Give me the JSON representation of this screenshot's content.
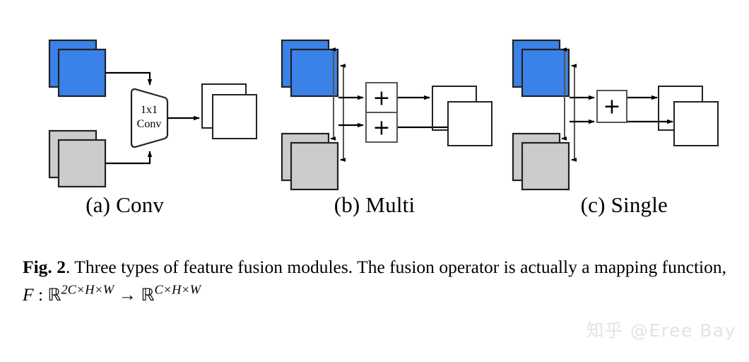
{
  "figure": {
    "label": "Fig. 2",
    "caption_part1": ". Three types of feature fusion modules. The fusion operator is actually a mapping function, ",
    "math_F": "F",
    "math_colon": " : ",
    "math_R1": "ℝ",
    "math_R1_exp": "2C×H×W",
    "math_arrow": " → ",
    "math_R2": "ℝ",
    "math_R2_exp": "C×H×W"
  },
  "panels": [
    {
      "id": "panel-a",
      "caption": "(a) Conv",
      "operator_label_line1": "1x1",
      "operator_label_line2": "Conv",
      "operator_shape": "trapezoid",
      "inputs": [
        {
          "name": "blue-feature-stack",
          "color": "#3b82e8",
          "count": 2
        },
        {
          "name": "gray-feature-stack",
          "color": "#cccccc",
          "count": 2
        }
      ],
      "outputs": [
        {
          "name": "white-feature-stack",
          "color": "#ffffff",
          "count": 2
        }
      ],
      "feedback_arrows": 0
    },
    {
      "id": "panel-b",
      "caption": "(b) Multi",
      "operator_label_line1": "+",
      "operator_label_line2": "+",
      "operator_shape": "two-stacked-plus-boxes",
      "inputs": [
        {
          "name": "blue-feature-stack",
          "color": "#3b82e8",
          "count": 2
        },
        {
          "name": "gray-feature-stack",
          "color": "#cccccc",
          "count": 2
        }
      ],
      "outputs": [
        {
          "name": "white-feature-stack",
          "color": "#ffffff",
          "count": 2
        }
      ],
      "feedback_arrows": 4
    },
    {
      "id": "panel-c",
      "caption": "(c) Single",
      "operator_label_line1": "+",
      "operator_label_line2": "",
      "operator_shape": "single-plus-box",
      "inputs": [
        {
          "name": "blue-feature-stack",
          "color": "#3b82e8",
          "count": 2
        },
        {
          "name": "gray-feature-stack",
          "color": "#cccccc",
          "count": 2
        }
      ],
      "outputs": [
        {
          "name": "white-feature-stack",
          "color": "#ffffff",
          "count": 2
        }
      ],
      "feedback_arrows": 4
    }
  ],
  "colors": {
    "blue_feature": "#3b82e8",
    "gray_feature": "#cccccc",
    "white_feature": "#ffffff",
    "outline": "#222222",
    "wire": "#000000",
    "watermark": "#e3e3e3"
  },
  "watermark": {
    "text": "知乎 @Eree Bay"
  }
}
